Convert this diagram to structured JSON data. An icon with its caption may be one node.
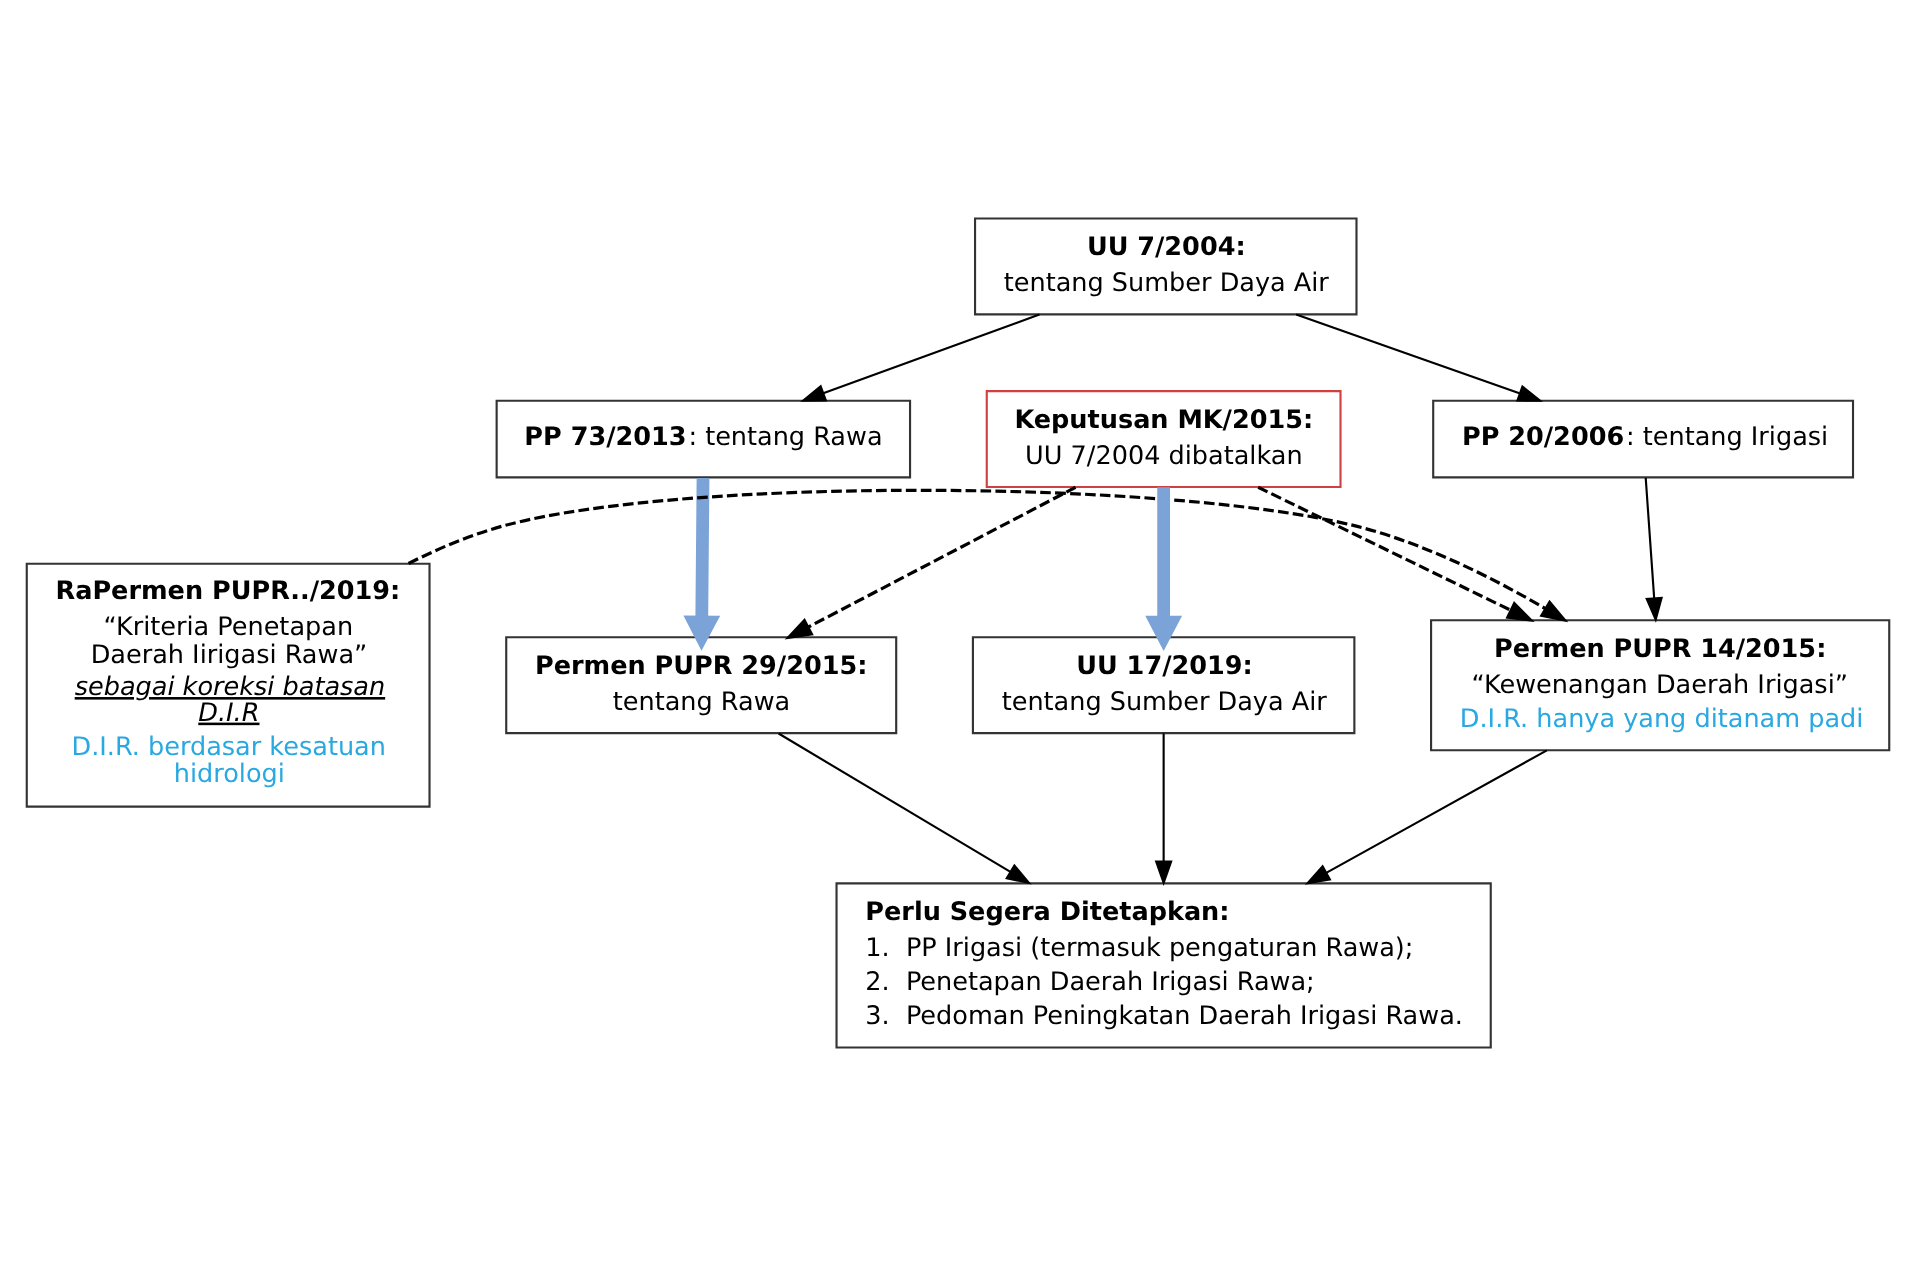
{
  "diagram": {
    "nodes": [
      {
        "text": [
          "UU 7/2004:",
          "tentang Sumber Daya Air"
        ]
      },
      {
        "text": [
          "**PP 73/2013**: tentang Rawa"
        ]
      },
      {
        "text": [
          "**PP 20/2006**: tentang Irigasi"
        ]
      },
      {
        "text": [
          "Permen PUPR 14/2015:",
          "“Kewenangan Daerah Irigasi”",
          "D.I.R. hanya yang ditanam padi"
        ]
      },
      {
        "text": [
          "RaPermen PUPR../2019:",
          "“Kriteria Penetapan Daerah Iirigasi Rawa”",
          "sebagai koreksi batasan D.I.R",
          "D.I.R. berdasar kesatuan hidrologi"
        ]
      },
      {
        "text": [
          "Keputusan MK/2015:",
          "UU 7/2004 dibatalkan"
        ]
      },
      {
        "text": [
          "Permen PUPR 29/2015:",
          "tentang Rawa"
        ]
      },
      {
        "text": [
          "UU 17/2019:",
          "tentang Sumber Daya Air"
        ]
      },
      {
        "text": [
          "Perlu Segera Ditetapkan:",
          "1.  PP Irigasi (termasuk pengaturan Rawa);",
          "2.  Penetapan Daerah Irigasi Rawa;",
          "3.  Pedoman Peningkatan Daerah Irigasi Rawa."
        ]
      }
    ],
    "edges": [
      {
        "from": 0,
        "to": 1,
        "arrow": "to"
      },
      {
        "from": 0,
        "to": 2,
        "arrow": "to"
      },
      {
        "from": 2,
        "to": 3,
        "arrow": "to"
      },
      {
        "from": 1,
        "to": 6,
        "arrow": "to",
        "style": "thick",
        "color": "#7ba3d8"
      },
      {
        "from": 4,
        "to": 3,
        "arrow": "to",
        "style": "dashed"
      },
      {
        "from": 5,
        "to": 3,
        "arrow": "to",
        "style": "dashed"
      },
      {
        "from": 5,
        "to": 6,
        "arrow": "to",
        "style": "dashed"
      },
      {
        "from": 5,
        "to": 7,
        "arrow": "to",
        "style": "thick",
        "color": "#7ba3d8"
      },
      {
        "from": 7,
        "to": 8,
        "arrow": "to"
      },
      {
        "from": 6,
        "to": 8,
        "arrow": "to"
      },
      {
        "from": 3,
        "to": 8,
        "arrow": "to"
      }
    ]
  }
}
